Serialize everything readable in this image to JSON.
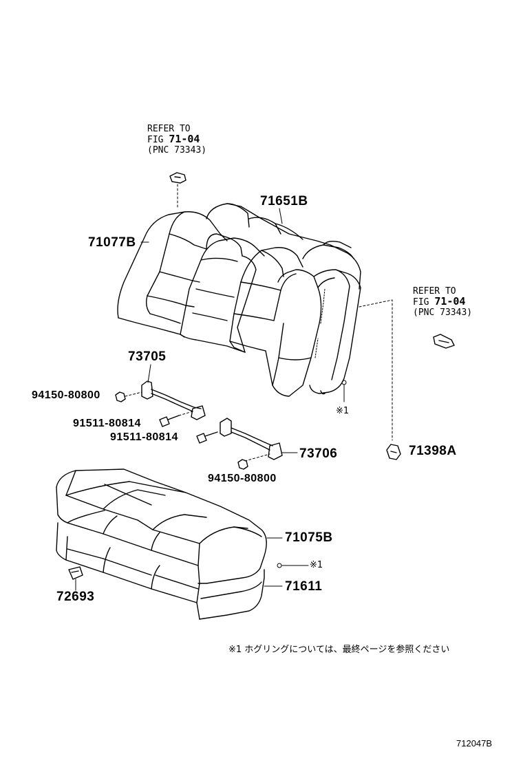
{
  "refer_left": {
    "line1": "REFER TO",
    "fig_prefix": "FIG ",
    "fig_num": "71-04",
    "line3": "(PNC 73343)"
  },
  "refer_right": {
    "line1": "REFER TO",
    "fig_prefix": "FIG ",
    "fig_num": "71-04",
    "line3": "(PNC 73343)"
  },
  "parts": {
    "p71651B": "71651B",
    "p71077B": "71077B",
    "p73705": "73705",
    "p94150_a": "94150-80800",
    "p91511_a": "91511-80814",
    "p91511_b": "91511-80814",
    "p73706": "73706",
    "p71398A": "71398A",
    "p94150_b": "94150-80800",
    "p71075B": "71075B",
    "p71611": "71611",
    "p72693": "72693"
  },
  "marks": {
    "mark_a": "※1",
    "mark_b": "※1"
  },
  "footnote": "※1  ホグリングについては、最終ページを参照ください",
  "diagram_code": "712047B"
}
